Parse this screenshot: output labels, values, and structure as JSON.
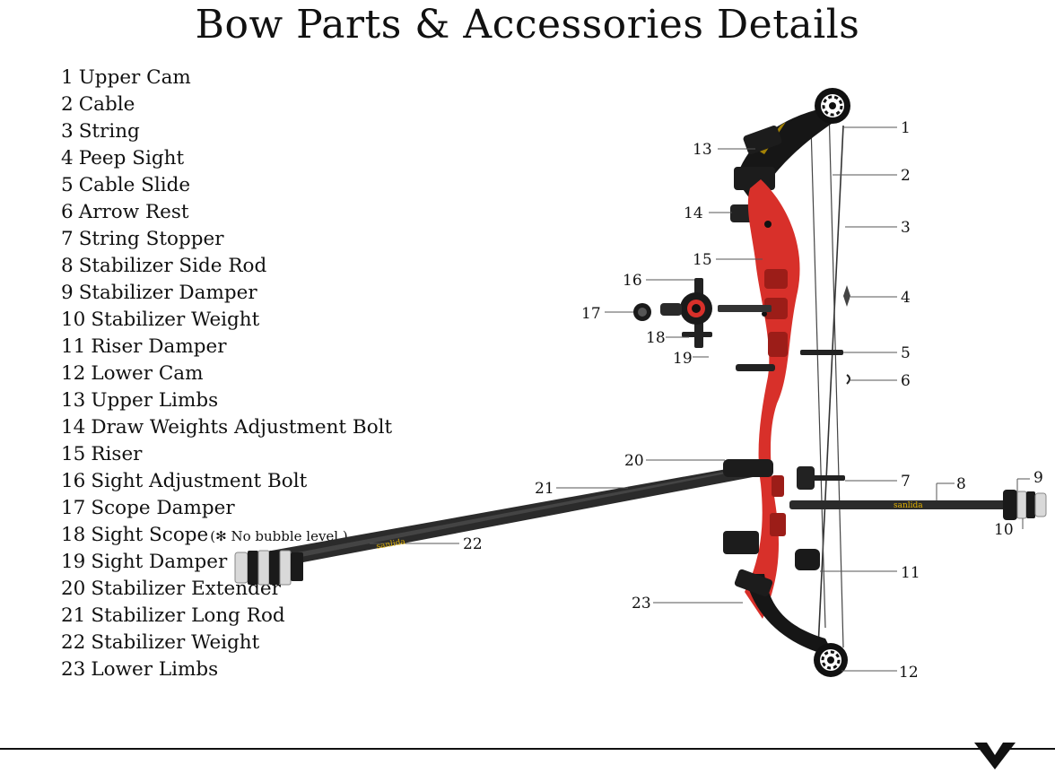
{
  "title": "Bow Parts & Accessories Details",
  "parts": [
    {
      "num": "1",
      "label": "Upper Cam"
    },
    {
      "num": "2",
      "label": "Cable"
    },
    {
      "num": "3",
      "label": "String"
    },
    {
      "num": "4",
      "label": "Peep Sight"
    },
    {
      "num": "5",
      "label": "Cable Slide"
    },
    {
      "num": "6",
      "label": "Arrow Rest"
    },
    {
      "num": "7",
      "label": "String Stopper"
    },
    {
      "num": "8",
      "label": "Stabilizer Side Rod"
    },
    {
      "num": "9",
      "label": "Stabilizer Damper"
    },
    {
      "num": "10",
      "label": "Stabilizer Weight"
    },
    {
      "num": "11",
      "label": "Riser Damper"
    },
    {
      "num": "12",
      "label": "Lower Cam"
    },
    {
      "num": "13",
      "label": "Upper Limbs"
    },
    {
      "num": "14",
      "label": "Draw Weights Adjustment Bolt"
    },
    {
      "num": "15",
      "label": "Riser"
    },
    {
      "num": "16",
      "label": "Sight Adjustment Bolt"
    },
    {
      "num": "17",
      "label": "Scope Damper"
    },
    {
      "num": "18",
      "label": "Sight Scope",
      "note": "(✻ No bubble level )"
    },
    {
      "num": "19",
      "label": "Sight Damper"
    },
    {
      "num": "20",
      "label": "Stabilizer Extender"
    },
    {
      "num": "21",
      "label": "Stabilizer Long Rod"
    },
    {
      "num": "22",
      "label": "Stabilizer Weight"
    },
    {
      "num": "23",
      "label": "Lower Limbs"
    }
  ],
  "brand": "sanlida",
  "colors": {
    "riser": "#d8302a",
    "riser_dark": "#9c1d18",
    "limb": "#161616",
    "carbon": "#2b2b2b",
    "weight_silver": "#d9d9d9",
    "leader": "#555555"
  },
  "icons": {
    "scroll_hint": "chevron-down-icon"
  }
}
